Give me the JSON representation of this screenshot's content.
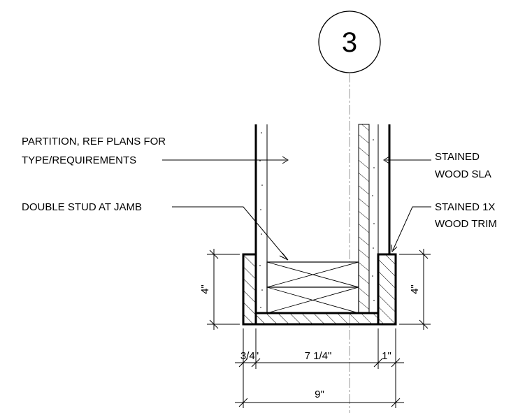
{
  "detail": {
    "tag": "3"
  },
  "notes": {
    "partition_line1": "PARTITION, REF PLANS FOR",
    "partition_line2": "TYPE/REQUIREMENTS",
    "double_stud": "DOUBLE STUD AT JAMB",
    "stained_wood_line1": "STAINED",
    "stained_wood_line2": "WOOD SLA",
    "stained_trim_line1": "STAINED 1X",
    "stained_trim_line2": "WOOD TRIM"
  },
  "dimensions": {
    "left_height": "4\"",
    "right_height": "4\"",
    "left_offset": "3/4\"",
    "middle": "7 1/4\"",
    "right_offset": "1\"",
    "total": "9\""
  }
}
